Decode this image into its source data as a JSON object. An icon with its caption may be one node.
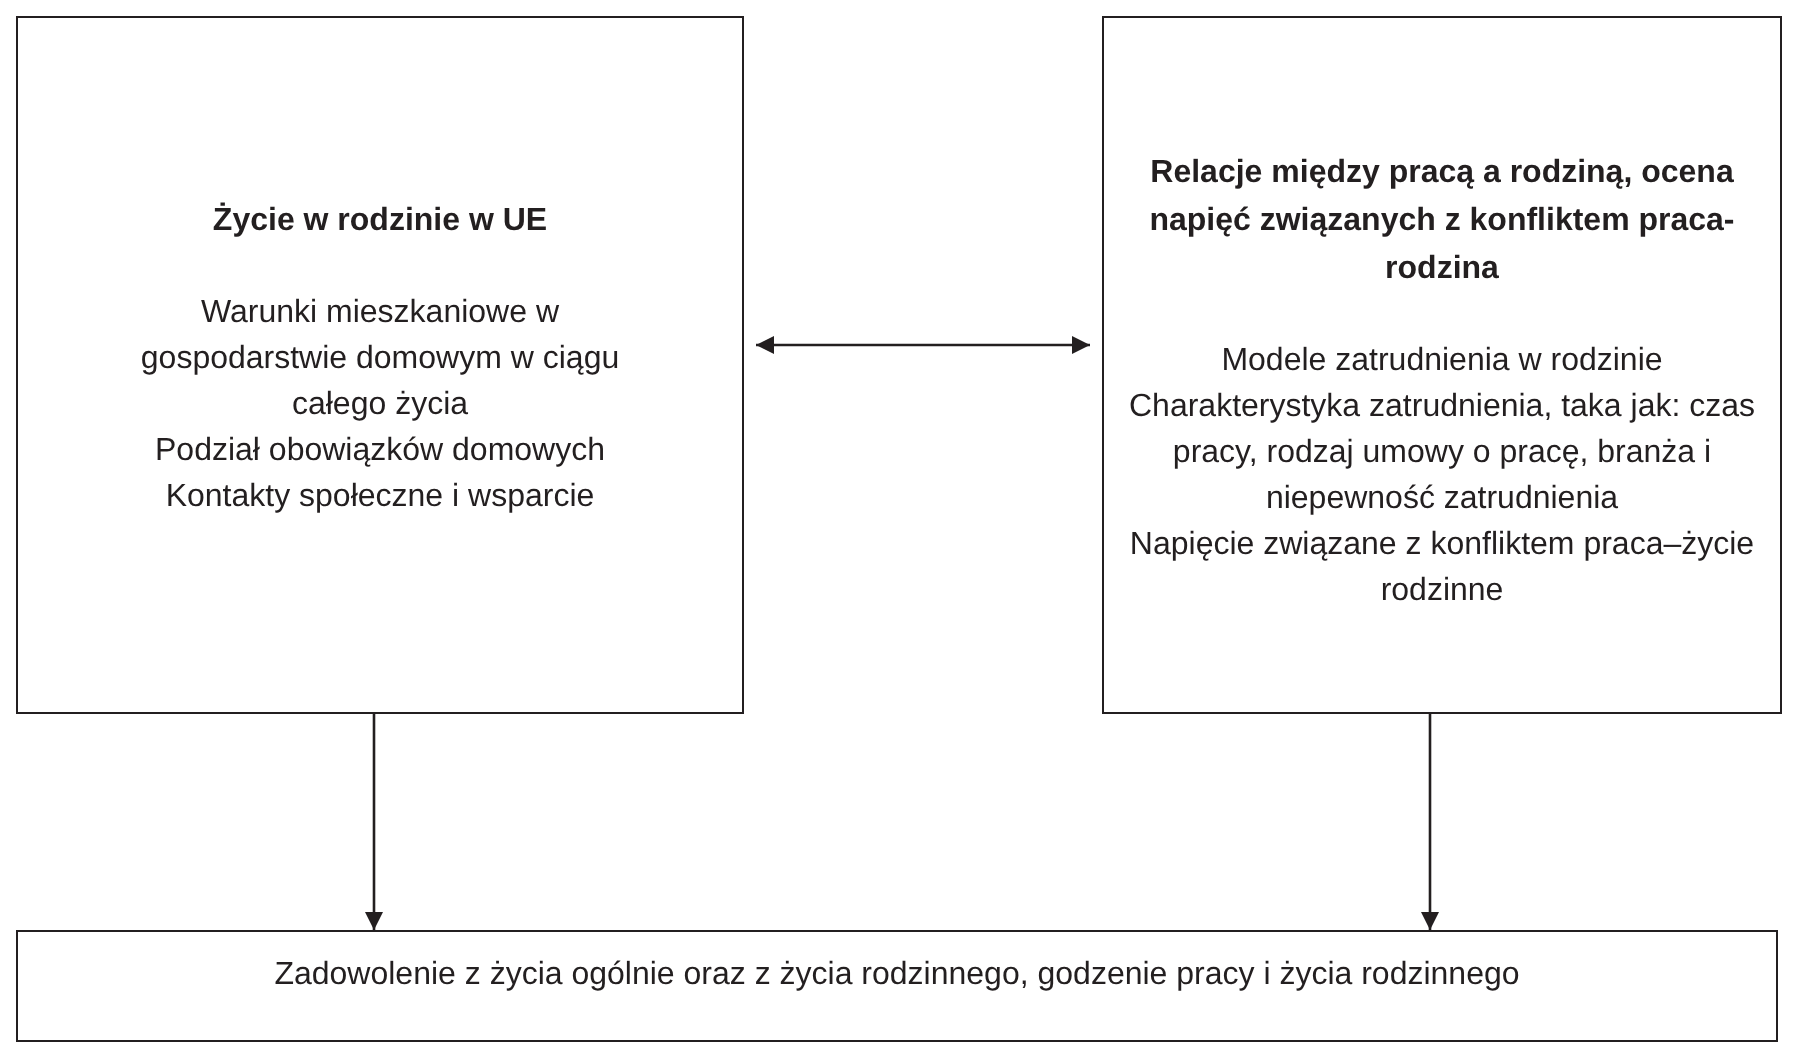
{
  "diagram": {
    "nodes": [
      {
        "text": [
          "Życie w rodzinie w UE",
          "Warunki mieszkaniowe w gospodarstwie domowym w ciągu całego życia",
          "Podział obowiązków domowych",
          "Kontakty społeczne i wsparcie"
        ]
      },
      {
        "text": [
          "Relacje między pracą a rodziną, ocena napięć związanych z konfliktem praca-rodzina",
          "Modele zatrudnienia w rodzinie",
          "Charakterystyka zatrudnienia, taka jak: czas pracy, rodzaj umowy o pracę, branża i niepewność zatrudnienia",
          "Napięcie związane z konfliktem praca–życie rodzinne"
        ]
      },
      {
        "text": [
          "Zadowolenie z życia ogólnie oraz z życia rodzinnego, godzenie pracy i życia rodzinnego"
        ]
      }
    ],
    "edges": [
      {
        "from": 0,
        "to": 1,
        "arrow": "both"
      },
      {
        "from": 0,
        "to": 2,
        "arrow": "to"
      },
      {
        "from": 1,
        "to": 2,
        "arrow": "to"
      }
    ]
  }
}
